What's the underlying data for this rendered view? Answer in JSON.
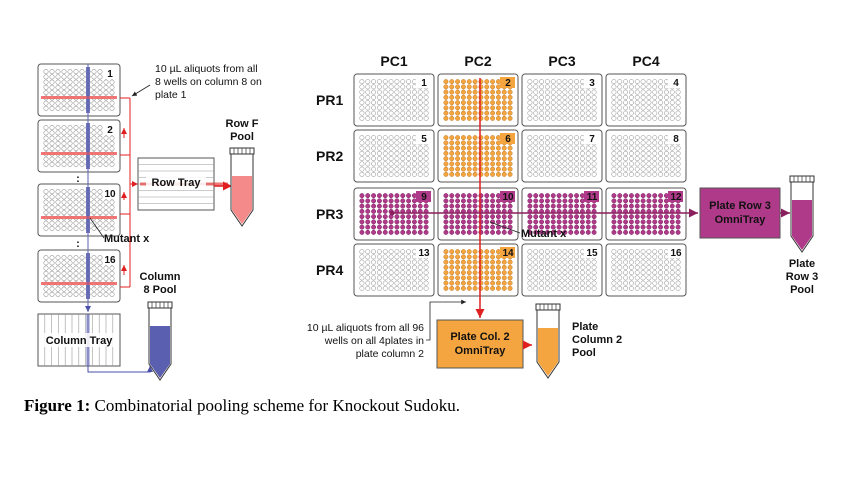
{
  "left": {
    "plate_numbers": [
      "1",
      "2",
      "10",
      "16"
    ],
    "ellipsis": ":",
    "mutant_label": "Mutant x",
    "row_tray_label": "Row Tray",
    "column_tray_label": "Column Tray",
    "aliquot_note": [
      "10 µL aliquots from all",
      "8 wells on column 8 on",
      "plate 1"
    ],
    "row_pool_label": [
      "Row F",
      "Pool"
    ],
    "column_pool_label": [
      "Column",
      "8 Pool"
    ]
  },
  "right": {
    "column_headers": [
      "PC1",
      "PC2",
      "PC3",
      "PC4"
    ],
    "row_headers": [
      "PR1",
      "PR2",
      "PR3",
      "PR4"
    ],
    "plate_numbers": [
      "1",
      "2",
      "3",
      "4",
      "5",
      "6",
      "7",
      "8",
      "9",
      "10",
      "11",
      "12",
      "13",
      "14",
      "15",
      "16"
    ],
    "mutant_label": "Mutant x",
    "row_omnitray_label": [
      "Plate Row 3",
      "OmniTray"
    ],
    "col_omnitray_label": [
      "Plate Col. 2",
      "OmniTray"
    ],
    "row_pool_label": [
      "Plate",
      "Row 3",
      "Pool"
    ],
    "col_pool_label": [
      "Plate",
      "Column 2",
      "Pool"
    ],
    "aliquot_note": [
      "10 µL aliquots from all 96",
      "wells on all 4plates in",
      "plate column 2"
    ]
  },
  "caption": {
    "label": "Figure 1:",
    "text": " Combinatorial pooling scheme for Knockout Sudoku."
  },
  "colors": {
    "orange": "#f5a540",
    "magenta": "#b03a8a",
    "blue_pool": "#5a5fb0",
    "red": "#e02020",
    "salmon": "#f58a8a",
    "plate_border": "#555555"
  }
}
